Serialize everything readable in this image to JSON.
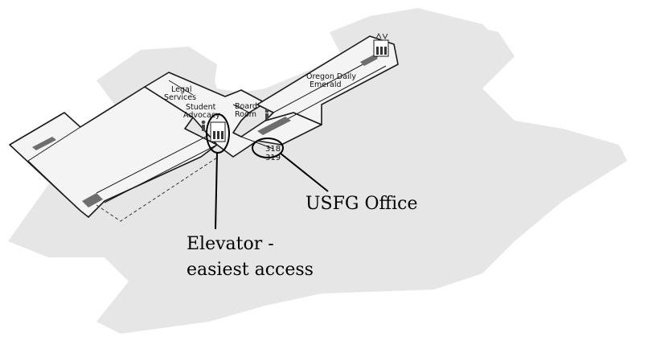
{
  "map": {
    "rooms": {
      "legal_line1": "Legal",
      "legal_line2": "Services",
      "advocacy_line1": "Student",
      "advocacy_line2": "Advocacy",
      "board_line1": "Board",
      "board_line2": "Room",
      "emerald_line1": "Oregon Daily",
      "emerald_line2": "Emerald",
      "room_318": "318",
      "room_319": "319"
    },
    "callouts": {
      "usfg": "USFG Office",
      "elevator_line1": "Elevator -",
      "elevator_line2": "easiest access"
    },
    "colors": {
      "background_building": "#e6e6e6",
      "floor_fill": "#ededed",
      "outline": "#1a1a1a",
      "stairs": "#6e6e6e"
    },
    "icons": [
      "elevator-icon",
      "stairs-icon",
      "restroom-icon"
    ]
  }
}
